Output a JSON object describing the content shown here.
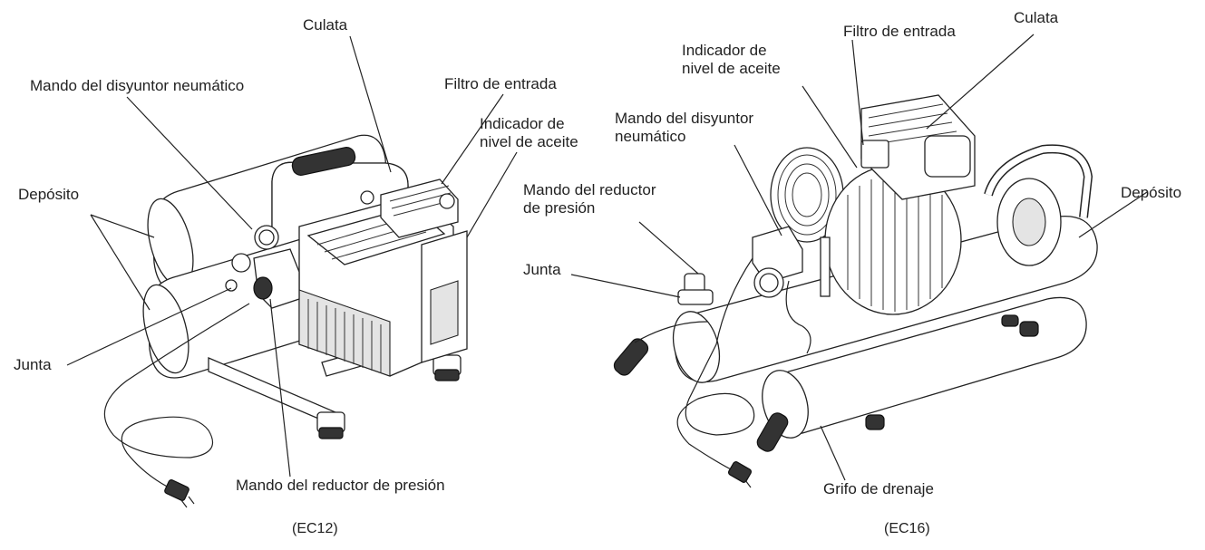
{
  "ec12": {
    "caption": "(EC12)",
    "labels": {
      "culata": "Culata",
      "mando_disyuntor": "Mando del disyuntor neumático",
      "filtro": "Filtro de entrada",
      "indicador": "Indicador de\nnivel de aceite",
      "deposito": "Depósito",
      "junta": "Junta",
      "mando_reductor": "Mando del reductor de presión"
    }
  },
  "ec16": {
    "caption": "(EC16)",
    "labels": {
      "culata": "Culata",
      "filtro": "Filtro de entrada",
      "indicador": "Indicador de\nnivel de aceite",
      "mando_disyuntor": "Mando del disyuntor\nneumático",
      "mando_reductor": "Mando del reductor\nde presión",
      "deposito": "Depósito",
      "junta": "Junta",
      "grifo": "Grifo de drenaje"
    }
  }
}
